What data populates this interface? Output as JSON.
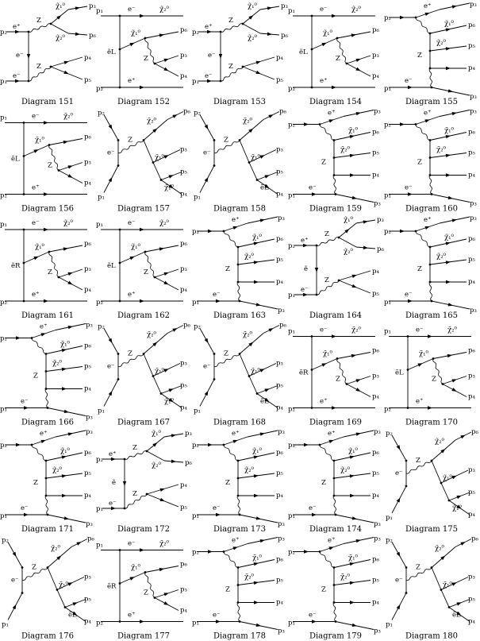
{
  "figure": {
    "captions": [
      "Diagram 151",
      "Diagram 152",
      "Diagram 153",
      "Diagram 154",
      "Diagram 155",
      "Diagram 156",
      "Diagram 157",
      "Diagram 158",
      "Diagram 159",
      "Diagram 160",
      "Diagram 161",
      "Diagram 162",
      "Diagram 163",
      "Diagram 164",
      "Diagram 165",
      "Diagram 166",
      "Diagram 167",
      "Diagram 168",
      "Diagram 169",
      "Diagram 170",
      "Diagram 171",
      "Diagram 172",
      "Diagram 173",
      "Diagram 174",
      "Diagram 175",
      "Diagram 176",
      "Diagram 177",
      "Diagram 178",
      "Diagram 179",
      "Diagram 180"
    ]
  },
  "labels": {
    "p1": "p₁",
    "p2": "p₂",
    "p3": "p₃",
    "p4": "p₄",
    "p5": "p₅",
    "p6": "p₆",
    "e_minus": "e⁻",
    "e_plus": "e⁺",
    "e_tilde": "ẽ",
    "Z": "Z",
    "chi1": "χ̃₁⁰",
    "chi2": "χ̃₂⁰",
    "eL": "ẽL",
    "eR": "ẽR"
  }
}
